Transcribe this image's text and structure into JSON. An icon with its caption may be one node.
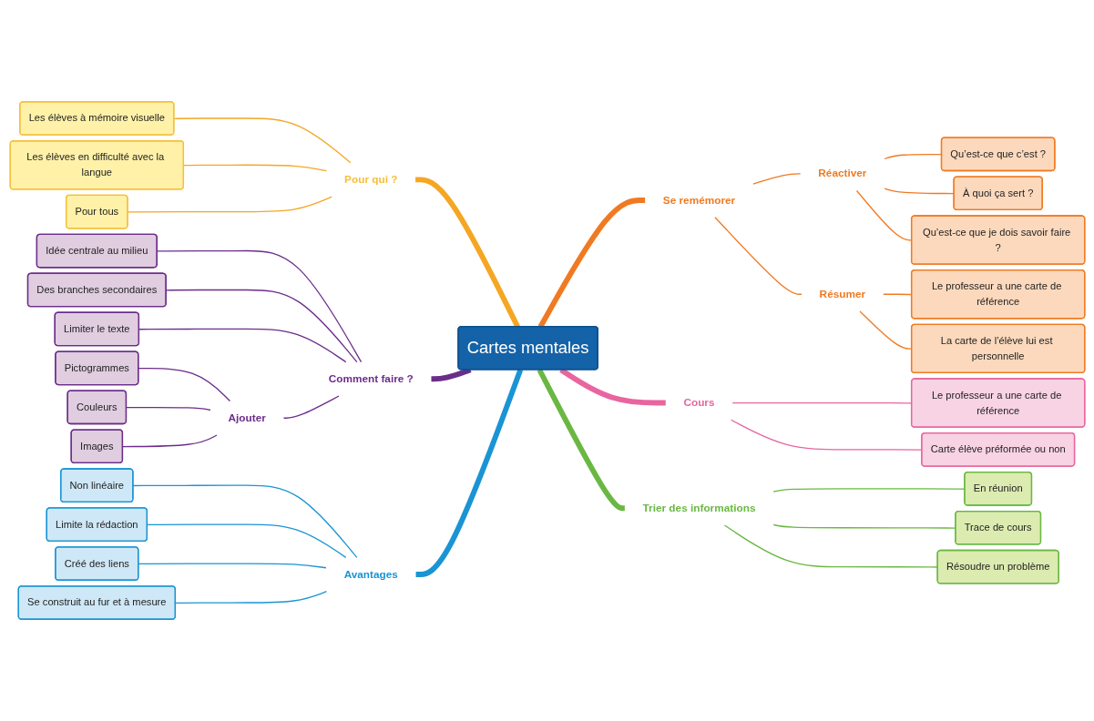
{
  "diagram": {
    "nodes": [
      {
        "text": [
          "Cartes mentales"
        ]
      },
      {
        "text": [
          "Pour qui ?"
        ]
      },
      {
        "text": [
          "Les élèves à mémoire visuelle"
        ]
      },
      {
        "text": [
          "Les élèves en difficulté avec la langue"
        ]
      },
      {
        "text": [
          "Pour tous"
        ]
      },
      {
        "text": [
          "Comment faire ?"
        ]
      },
      {
        "text": [
          "Idée centrale au milieu"
        ]
      },
      {
        "text": [
          "Des branches secondaires"
        ]
      },
      {
        "text": [
          "Limiter le texte"
        ]
      },
      {
        "text": [
          "Ajouter"
        ]
      },
      {
        "text": [
          "Pictogrammes"
        ]
      },
      {
        "text": [
          "Couleurs"
        ]
      },
      {
        "text": [
          "Images"
        ]
      },
      {
        "text": [
          "Avantages"
        ]
      },
      {
        "text": [
          "Non linéaire"
        ]
      },
      {
        "text": [
          "Limite la rédaction"
        ]
      },
      {
        "text": [
          "Créé des liens"
        ]
      },
      {
        "text": [
          "Se construit au fur et à mesure"
        ]
      },
      {
        "text": [
          "Se remémorer"
        ]
      },
      {
        "text": [
          "Réactiver"
        ]
      },
      {
        "text": [
          "Qu’est-ce que c’est ?"
        ]
      },
      {
        "text": [
          "À quoi ça sert ?"
        ]
      },
      {
        "text": [
          "Qu’est-ce que je dois savoir faire ?"
        ]
      },
      {
        "text": [
          "Résumer"
        ]
      },
      {
        "text": [
          "Le professeur a une carte de référence"
        ]
      },
      {
        "text": [
          "La carte de l’élève lui est personnelle"
        ]
      },
      {
        "text": [
          "Cours"
        ]
      },
      {
        "text": [
          "Le professeur a une carte de référence"
        ]
      },
      {
        "text": [
          "Carte élève préformée ou non"
        ]
      },
      {
        "text": [
          "Trier des informations"
        ]
      },
      {
        "text": [
          "En réunion"
        ]
      },
      {
        "text": [
          "Trace de cours"
        ]
      },
      {
        "text": [
          "Résoudre un problème"
        ]
      }
    ],
    "edges": [
      {
        "from": 0,
        "to": 1,
        "arrow": "none",
        "style": "thick",
        "color": "#f5a623"
      },
      {
        "from": 1,
        "to": 2,
        "arrow": "none",
        "color": "#f5a623"
      },
      {
        "from": 1,
        "to": 3,
        "arrow": "none",
        "color": "#f5a623"
      },
      {
        "from": 1,
        "to": 4,
        "arrow": "none",
        "color": "#f5a623"
      },
      {
        "from": 0,
        "to": 5,
        "arrow": "none",
        "style": "thick",
        "color": "#6b2d8a"
      },
      {
        "from": 5,
        "to": 6,
        "arrow": "none",
        "color": "#6b2d8a"
      },
      {
        "from": 5,
        "to": 7,
        "arrow": "none",
        "color": "#6b2d8a"
      },
      {
        "from": 5,
        "to": 8,
        "arrow": "none",
        "color": "#6b2d8a"
      },
      {
        "from": 5,
        "to": 9,
        "arrow": "none",
        "color": "#6b2d8a"
      },
      {
        "from": 9,
        "to": 10,
        "arrow": "none",
        "color": "#6b2d8a"
      },
      {
        "from": 9,
        "to": 11,
        "arrow": "none",
        "color": "#6b2d8a"
      },
      {
        "from": 9,
        "to": 12,
        "arrow": "none",
        "color": "#6b2d8a"
      },
      {
        "from": 0,
        "to": 13,
        "arrow": "none",
        "style": "thick",
        "color": "#1a94d4"
      },
      {
        "from": 13,
        "to": 14,
        "arrow": "none",
        "color": "#1a94d4"
      },
      {
        "from": 13,
        "to": 15,
        "arrow": "none",
        "color": "#1a94d4"
      },
      {
        "from": 13,
        "to": 16,
        "arrow": "none",
        "color": "#1a94d4"
      },
      {
        "from": 13,
        "to": 17,
        "arrow": "none",
        "color": "#1a94d4"
      },
      {
        "from": 0,
        "to": 18,
        "arrow": "none",
        "style": "thick",
        "color": "#f07a22"
      },
      {
        "from": 18,
        "to": 19,
        "arrow": "none",
        "color": "#f07a22"
      },
      {
        "from": 19,
        "to": 20,
        "arrow": "none",
        "color": "#f07a22"
      },
      {
        "from": 19,
        "to": 21,
        "arrow": "none",
        "color": "#f07a22"
      },
      {
        "from": 19,
        "to": 22,
        "arrow": "none",
        "color": "#f07a22"
      },
      {
        "from": 18,
        "to": 23,
        "arrow": "none",
        "color": "#f07a22"
      },
      {
        "from": 23,
        "to": 24,
        "arrow": "none",
        "color": "#f07a22"
      },
      {
        "from": 23,
        "to": 25,
        "arrow": "none",
        "color": "#f07a22"
      },
      {
        "from": 0,
        "to": 26,
        "arrow": "none",
        "style": "thick",
        "color": "#e8659f"
      },
      {
        "from": 26,
        "to": 27,
        "arrow": "none",
        "color": "#e8659f"
      },
      {
        "from": 26,
        "to": 28,
        "arrow": "none",
        "color": "#e8659f"
      },
      {
        "from": 0,
        "to": 29,
        "arrow": "none",
        "style": "thick",
        "color": "#6ab843"
      },
      {
        "from": 29,
        "to": 30,
        "arrow": "none",
        "color": "#6ab843"
      },
      {
        "from": 29,
        "to": 31,
        "arrow": "none",
        "color": "#6ab843"
      },
      {
        "from": 29,
        "to": 32,
        "arrow": "none",
        "color": "#6ab843"
      }
    ]
  }
}
